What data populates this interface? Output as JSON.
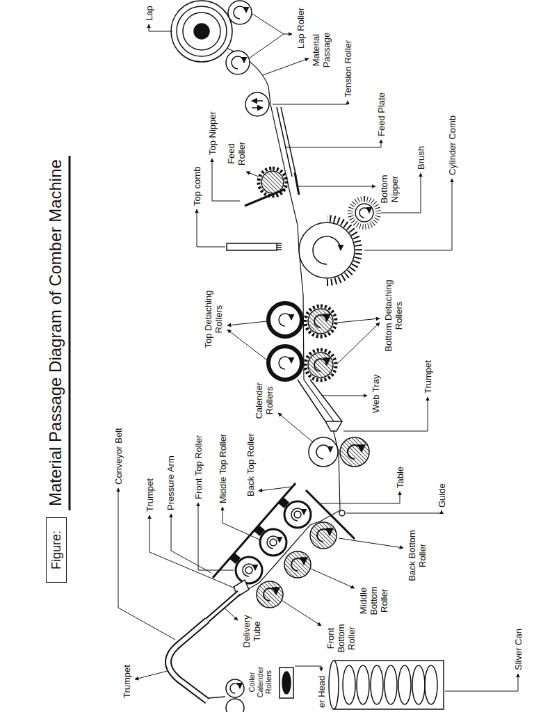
{
  "diagram": {
    "title": "Material Passage Diagram of Comber Machine",
    "nodes": [
      {
        "text": [
          "Figure:"
        ]
      }
    ],
    "labels": [
      "Lap",
      "Lap Roller",
      "Material Passage",
      "Tension Roller",
      "Feed Plate",
      "Top Nipper",
      "Top comb",
      "Feed Roller",
      "Bottom Nipper",
      "Brush",
      "Cylinder Comb",
      "Top Detaching Rollers",
      "Bottom Detaching Rollers",
      "Web Tray",
      "Trumpet",
      "Calender Rollers",
      "Conveyor Belt",
      "Trumpet",
      "Pressure Arm",
      "Front Top Roller",
      "Middle Top Roller",
      "Back Top Roller",
      "Table",
      "Guide",
      "Back Bottom Roller",
      "Middle Bottom Roller",
      "Front Bottom Roller",
      "Delivery Tube",
      "Trumpet",
      "Coiler Calender Rollers",
      "er Head",
      "Sliver Can"
    ]
  }
}
